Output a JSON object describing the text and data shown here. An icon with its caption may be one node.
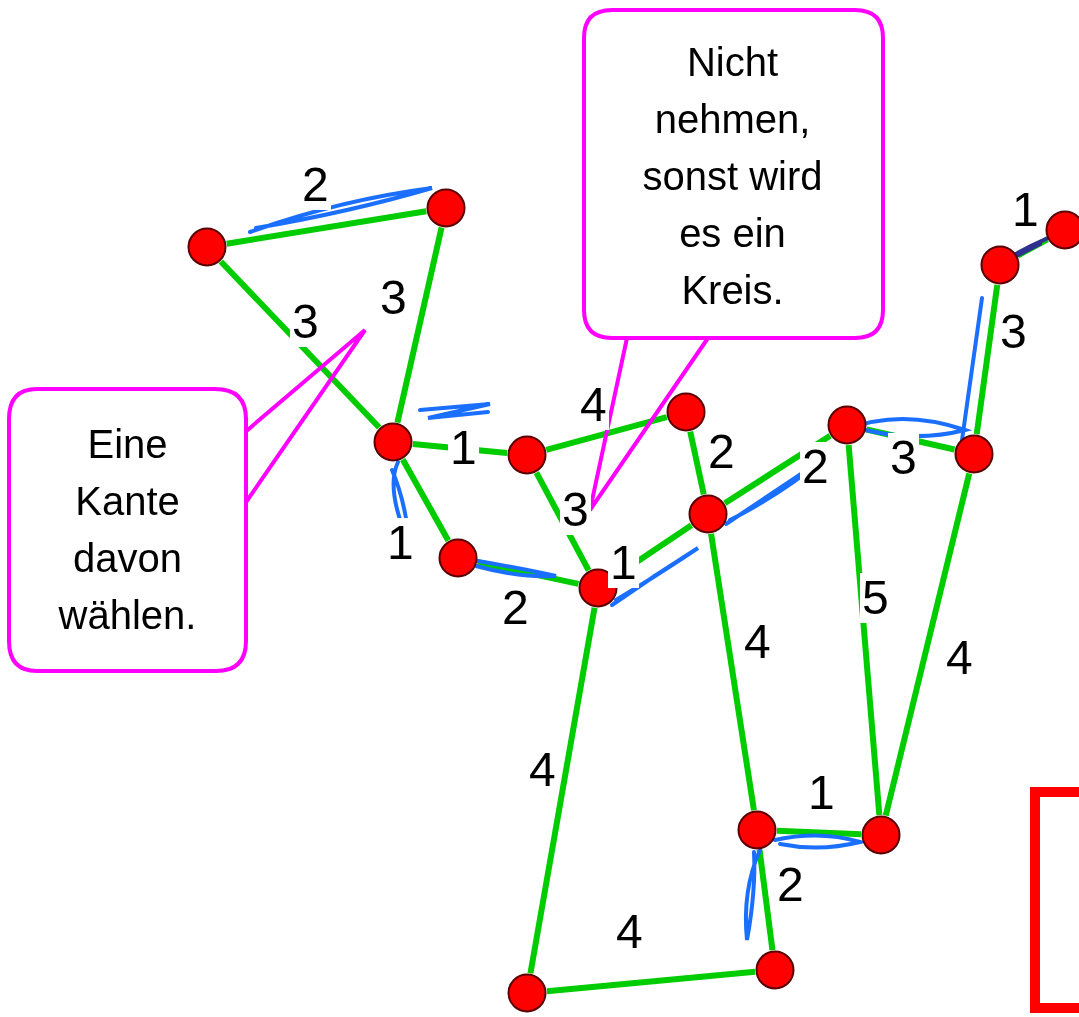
{
  "diagram": {
    "nodes": [
      {
        "text": [
          "Nicht nehmen, sonst wird es ein Kreis."
        ]
      },
      {
        "text": [
          "Eine Kante davon wählen."
        ]
      },
      {
        "text": [],
        "shape": "circle"
      },
      {
        "text": [],
        "shape": "circle"
      },
      {
        "text": [],
        "shape": "circle"
      },
      {
        "text": [],
        "shape": "circle"
      },
      {
        "text": [],
        "shape": "circle"
      },
      {
        "text": [],
        "shape": "circle"
      },
      {
        "text": [],
        "shape": "circle"
      },
      {
        "text": [],
        "shape": "circle"
      },
      {
        "text": [],
        "shape": "circle"
      },
      {
        "text": [],
        "shape": "circle"
      },
      {
        "text": [],
        "shape": "circle"
      },
      {
        "text": [],
        "shape": "circle"
      },
      {
        "text": [],
        "shape": "circle"
      },
      {
        "text": [],
        "shape": "circle"
      },
      {
        "text": [],
        "shape": "circle"
      },
      {
        "text": [],
        "shape": "circle"
      }
    ],
    "edges": [
      {
        "from": 2,
        "to": 3,
        "arrow": "none",
        "label": "2"
      },
      {
        "from": 2,
        "to": 4,
        "arrow": "none",
        "label": "3"
      },
      {
        "from": 3,
        "to": 4,
        "arrow": "none",
        "label": "3"
      },
      {
        "from": 4,
        "to": 5,
        "arrow": "none",
        "label": "1"
      },
      {
        "from": 5,
        "to": 6,
        "arrow": "none",
        "label": "4"
      },
      {
        "from": 4,
        "to": 7,
        "arrow": "none",
        "label": "1"
      },
      {
        "from": 7,
        "to": 8,
        "arrow": "none",
        "label": "2"
      },
      {
        "from": 5,
        "to": 8,
        "arrow": "none",
        "label": "3"
      },
      {
        "from": 8,
        "to": 9,
        "arrow": "none",
        "label": "1"
      },
      {
        "from": 6,
        "to": 9,
        "arrow": "none",
        "label": "2"
      },
      {
        "from": 9,
        "to": 10,
        "arrow": "none",
        "label": "2"
      },
      {
        "from": 10,
        "to": 11,
        "arrow": "none",
        "label": "3"
      },
      {
        "from": 11,
        "to": 12,
        "arrow": "none",
        "label": "3"
      },
      {
        "from": 12,
        "to": 13,
        "arrow": "none",
        "label": "1"
      },
      {
        "from": 8,
        "to": 16,
        "arrow": "none",
        "label": "4"
      },
      {
        "from": 16,
        "to": 17,
        "arrow": "none",
        "label": "4"
      },
      {
        "from": 17,
        "to": 14,
        "arrow": "none",
        "label": "2"
      },
      {
        "from": 9,
        "to": 14,
        "arrow": "none",
        "label": "4"
      },
      {
        "from": 10,
        "to": 15,
        "arrow": "none",
        "label": "5"
      },
      {
        "from": 11,
        "to": 15,
        "arrow": "none",
        "label": "4"
      },
      {
        "from": 14,
        "to": 15,
        "arrow": "none",
        "label": "1"
      }
    ]
  }
}
